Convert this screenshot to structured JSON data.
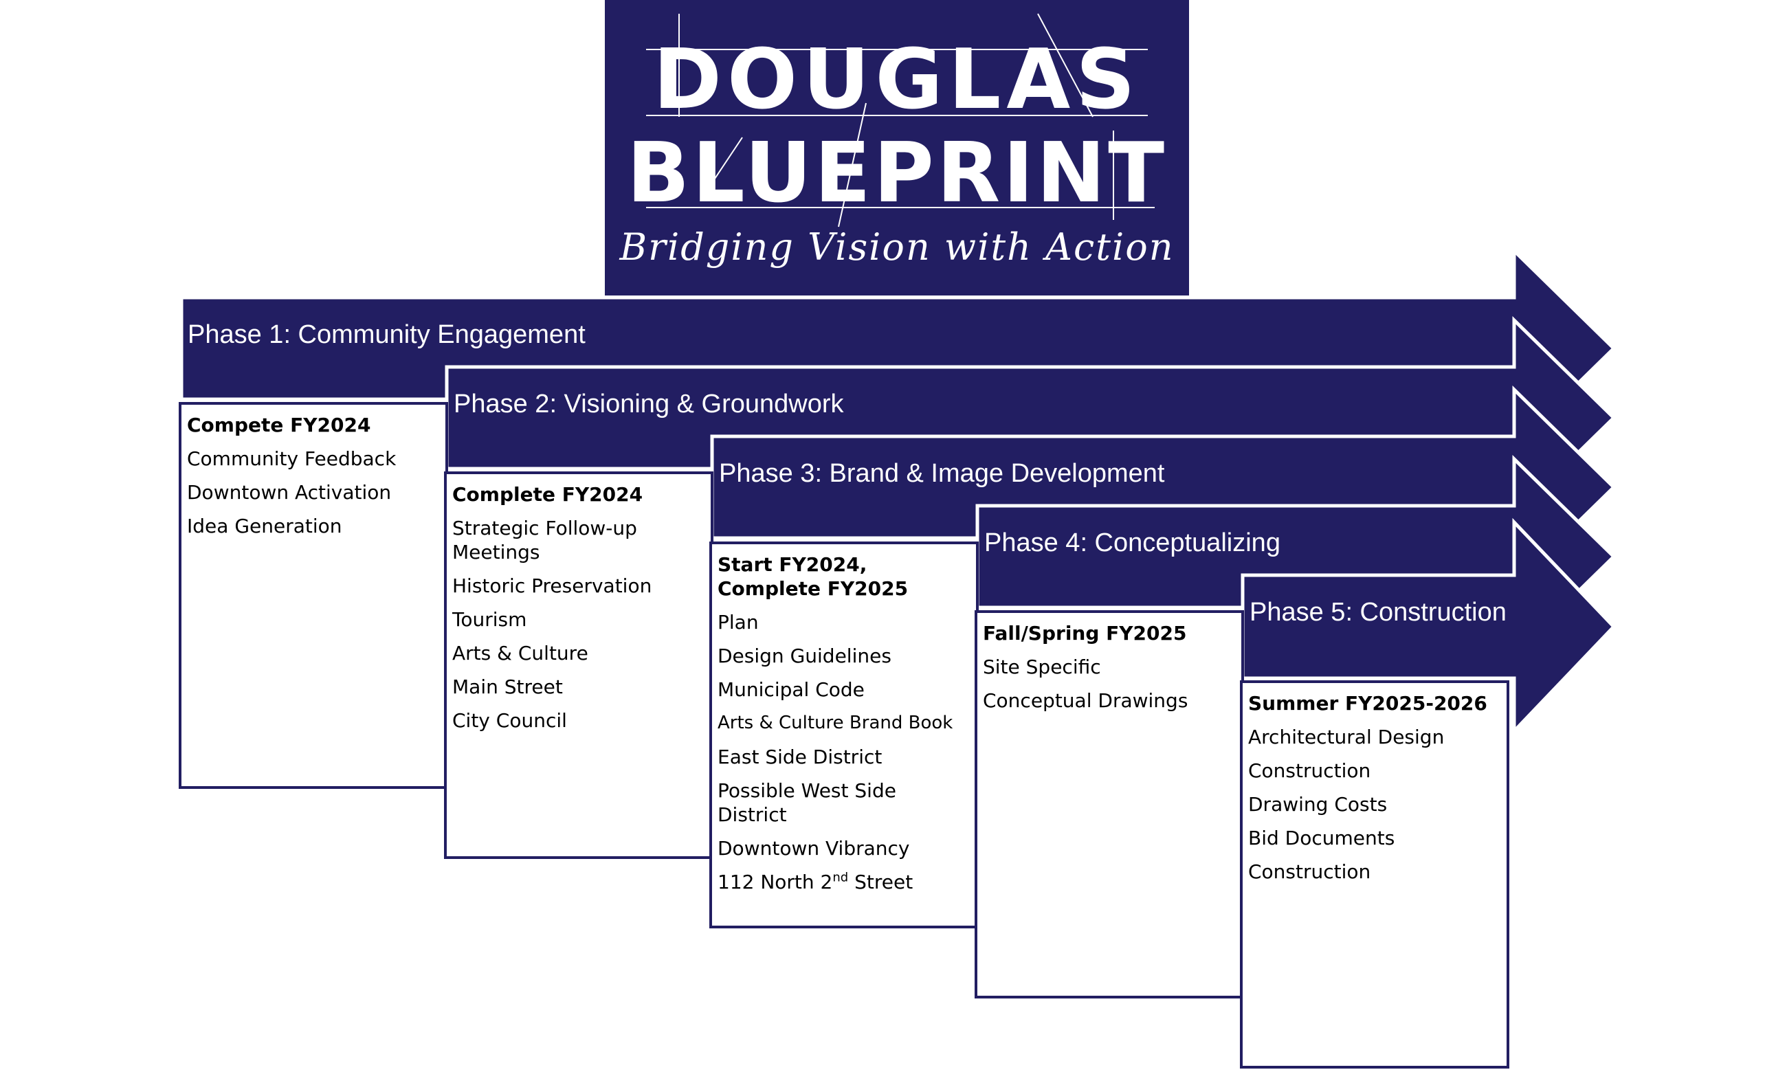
{
  "logo": {
    "line1": "DOUGLAS",
    "line2": "BLUEPRINT",
    "tagline": "Bridging Vision with Action"
  },
  "colors": {
    "navy": "#221e62",
    "text": "#000000",
    "background": "#ffffff"
  },
  "phases": [
    {
      "title": "Phase 1: Community Engagement",
      "status": "Compete FY2024",
      "items": [
        "Community Feedback",
        "Downtown Activation",
        "Idea Generation"
      ]
    },
    {
      "title": "Phase 2: Visioning & Groundwork",
      "status": "Complete FY2024",
      "items": [
        "Strategic Follow-up Meetings",
        "Historic Preservation",
        "Tourism",
        "Arts & Culture",
        "Main Street",
        "City Council"
      ]
    },
    {
      "title": "Phase 3: Brand & Image Development",
      "status": "Start FY2024, Complete FY2025",
      "items": [
        "Plan",
        "Design Guidelines",
        "Municipal Code",
        "Arts & Culture Brand Book",
        "East Side District",
        "Possible West Side District",
        "Downtown Vibrancy",
        "112 North 2nd Street"
      ]
    },
    {
      "title": "Phase 4: Conceptualizing",
      "status": "Fall/Spring FY2025",
      "items": [
        "Site Specific",
        "Conceptual Drawings"
      ]
    },
    {
      "title": "Phase 5: Construction",
      "status": "Summer FY2025-2026",
      "items": [
        "Architectural Design",
        "Construction",
        "Drawing Costs",
        "Bid Documents",
        "Construction"
      ]
    }
  ]
}
